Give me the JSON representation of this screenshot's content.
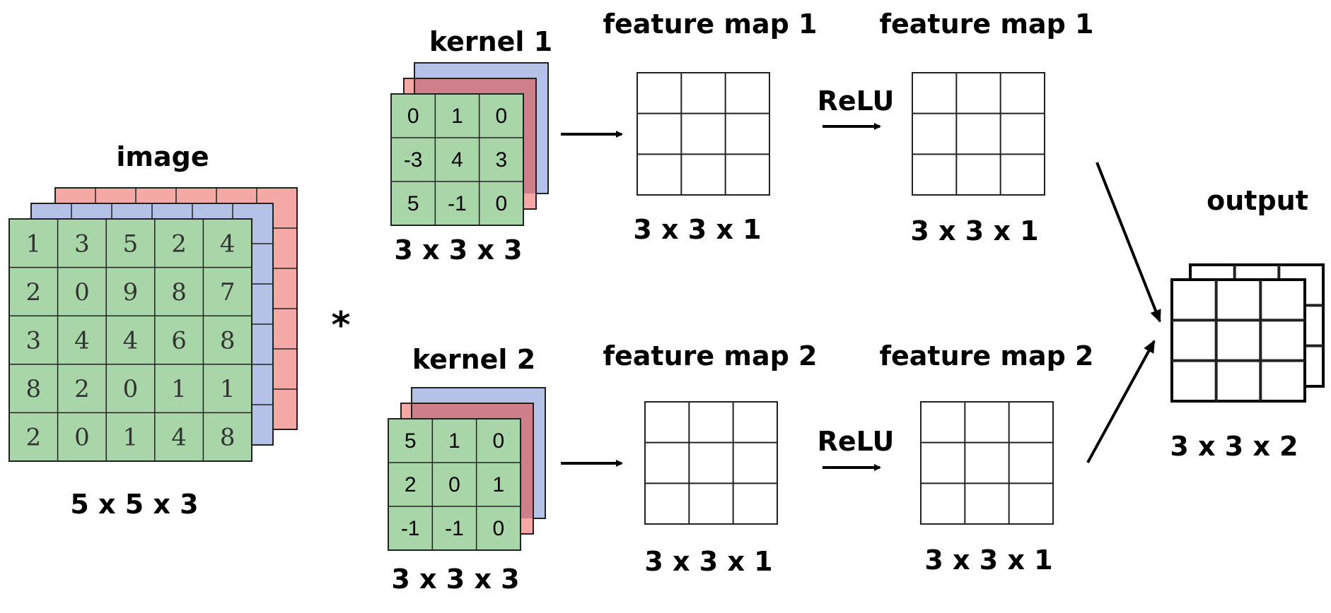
{
  "colors": {
    "green": "#a9d6a9",
    "blue": "#b3c2e6",
    "red": "#f4a9a6",
    "mauve": "#cf7f8a",
    "stroke": "#222222"
  },
  "image": {
    "title": "image",
    "dims": "5 x 5 x 3",
    "values": [
      [
        "1",
        "3",
        "5",
        "2",
        "4"
      ],
      [
        "2",
        "0",
        "9",
        "8",
        "7"
      ],
      [
        "3",
        "4",
        "4",
        "6",
        "8"
      ],
      [
        "8",
        "2",
        "0",
        "1",
        "1"
      ],
      [
        "2",
        "0",
        "1",
        "4",
        "8"
      ]
    ]
  },
  "operator": "*",
  "kernel1": {
    "title": "kernel 1",
    "dims": "3 x 3 x 3",
    "values": [
      [
        "0",
        "1",
        "0"
      ],
      [
        "-3",
        "4",
        "3"
      ],
      [
        "5",
        "-1",
        "0"
      ]
    ]
  },
  "kernel2": {
    "title": "kernel 2",
    "dims": "3 x 3 x 3",
    "values": [
      [
        "5",
        "1",
        "0"
      ],
      [
        "2",
        "0",
        "1"
      ],
      [
        "-1",
        "-1",
        "0"
      ]
    ]
  },
  "fmap1": {
    "title": "feature map 1",
    "dims": "3 x 3 x 1"
  },
  "fmap1_relu": {
    "title": "feature map 1",
    "dims": "3 x 3 x 1"
  },
  "fmap2": {
    "title": "feature map 2",
    "dims": "3 x 3 x 1"
  },
  "fmap2_relu": {
    "title": "feature map 2",
    "dims": "3 x 3 x 1"
  },
  "relu1": "ReLU",
  "relu2": "ReLU",
  "output": {
    "title": "output",
    "dims": "3 x 3 x 2"
  }
}
